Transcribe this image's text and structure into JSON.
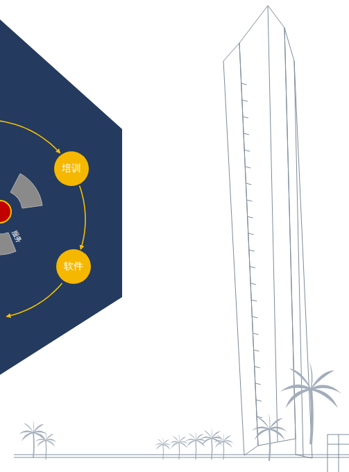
{
  "diagram": {
    "nodes": [
      {
        "text": [
          "培训"
        ]
      },
      {
        "text": [
          "软件"
        ]
      }
    ],
    "edges": [
      {
        "from": 0,
        "to": 1,
        "arrow": "to"
      }
    ],
    "labels": [
      "服务"
    ]
  }
}
